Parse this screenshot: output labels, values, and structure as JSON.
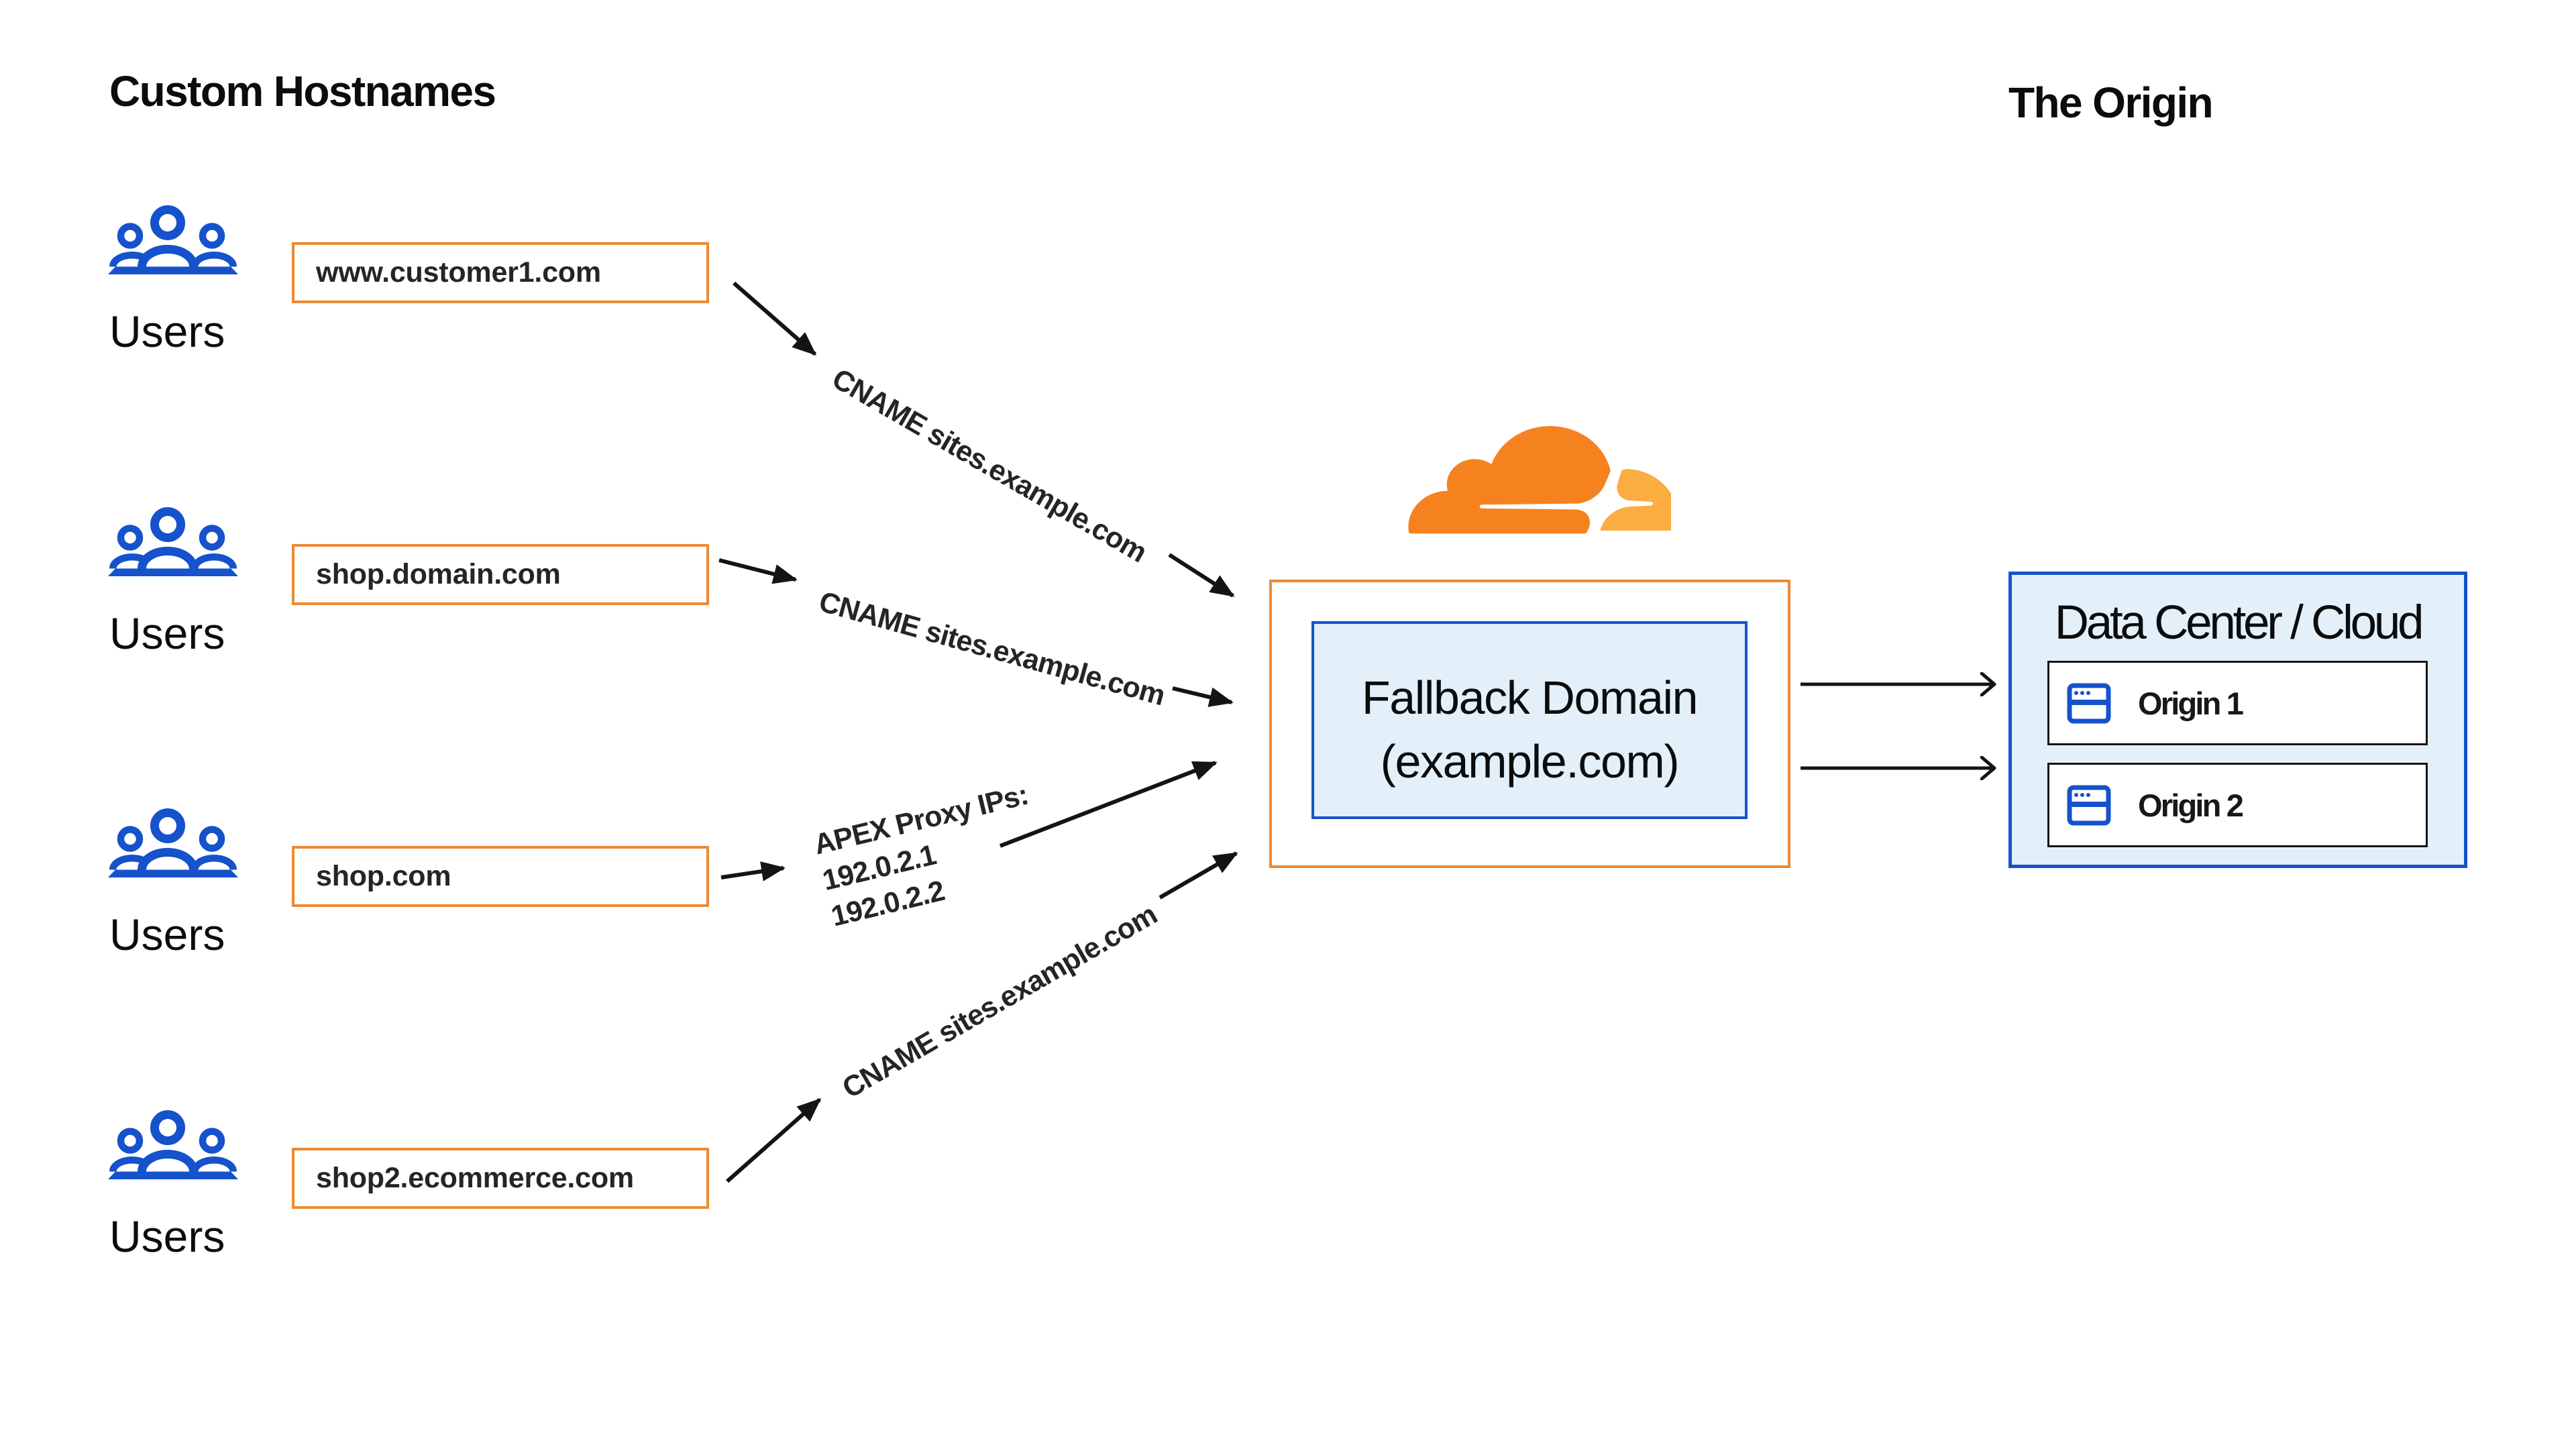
{
  "header": {
    "left_title": "Custom Hostnames",
    "right_title": "The Origin"
  },
  "rows": [
    {
      "users_label": "Users",
      "hostname": "www.customer1.com",
      "route_label": "CNAME sites.example.com"
    },
    {
      "users_label": "Users",
      "hostname": "shop.domain.com",
      "route_label": "CNAME sites.example.com"
    },
    {
      "users_label": "Users",
      "hostname": "shop.com",
      "route_label": "APEX Proxy IPs:",
      "route_ips": [
        "192.0.2.1",
        "192.0.2.2"
      ]
    },
    {
      "users_label": "Users",
      "hostname": "shop2.ecommerce.com",
      "route_label": "CNAME sites.example.com"
    }
  ],
  "cloudflare_box": {
    "logo": "cloudflare-logo",
    "label_line1": "Fallback Domain",
    "label_line2": "(example.com)"
  },
  "origin_box": {
    "title": "Data Center / Cloud",
    "servers": [
      {
        "label": "Origin 1"
      },
      {
        "label": "Origin 2"
      }
    ]
  },
  "colors": {
    "orange": "#ED8A33",
    "cloudflare_orange": "#F6821F",
    "cloudflare_orange_light": "#FBAD41",
    "blue": "#1652C9",
    "light_blue_fill": "#E3F0FA",
    "text_dark": "#0B0C0D",
    "arrow": "#141414"
  }
}
